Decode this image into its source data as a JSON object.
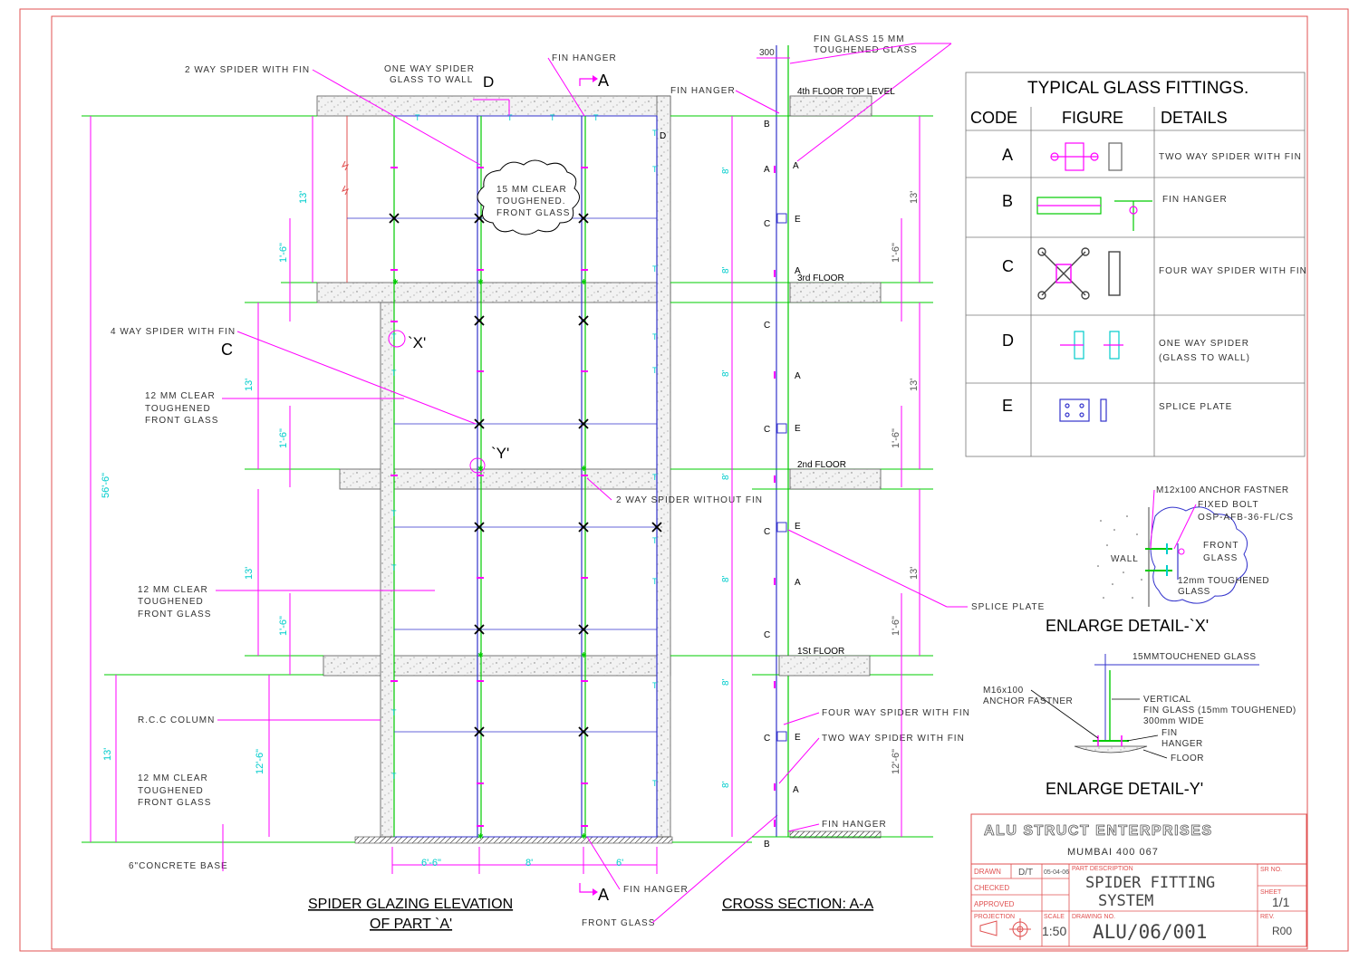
{
  "elevation": {
    "title_line1": "SPIDER GLAZING ELEVATION",
    "title_line2": "OF PART `A'",
    "label_2way_spider_fin": "2 WAY SPIDER WITH FIN",
    "label_one_way_line1": "ONE WAY SPIDER",
    "label_one_way_line2": "GLASS TO WALL",
    "label_fin_hanger_top": "FIN HANGER",
    "label_4way_spider": "4 WAY SPIDER WITH FIN",
    "label_2way_without_fin": "2 WAY SPIDER WITHOUT FIN",
    "label_rcc_column": "R.C.C COLUMN",
    "label_concrete_base": "6\"CONCRETE BASE",
    "label_fin_hanger_bottom": "FIN HANGER",
    "label_front_glass": "FRONT GLASS",
    "glass_12mm_line1": "12 MM CLEAR",
    "glass_12mm_line2": "TOUGHENED",
    "glass_12mm_line3": "FRONT GLASS",
    "cloud_line1": "15 MM CLEAR",
    "cloud_line2": "TOUGHENED.",
    "cloud_line3": "FRONT GLASS",
    "letter_d": "D",
    "letter_c": "C",
    "section_mark": "A",
    "detail_x": "`X'",
    "detail_y": "`Y'",
    "dim_total_height": "56'-6\"",
    "dim_13": "13'",
    "dim_18": "1'-6\"",
    "dim_126": "12'-6\"",
    "dim_8": "8'",
    "dim_66": "6'-6\"",
    "dim_6": "6'"
  },
  "section": {
    "title": "CROSS SECTION: A-A",
    "dim_300": "300",
    "fin_glass_line1": "FIN GLASS 15 MM",
    "fin_glass_line2": "TOUGHENED GLASS",
    "fin_hanger_top": "FIN HANGER",
    "level_4th": "4th  FLOOR TOP LEVEL",
    "level_3rd": "3rd FLOOR",
    "level_2nd": "2nd FLOOR",
    "level_1st": "1St FLOOR",
    "splice_plate": "SPLICE PLATE",
    "four_way": "FOUR WAY SPIDER WITH FIN",
    "two_way": "TWO WAY SPIDER WITH FIN",
    "fin_hanger_bottom": "FIN HANGER",
    "code_a": "A",
    "code_b": "B",
    "code_c": "C",
    "code_e": "E"
  },
  "fittings": {
    "title": "TYPICAL GLASS FITTINGS.",
    "headers": [
      "CODE",
      "FIGURE",
      "DETAILS"
    ],
    "rows": [
      {
        "code": "A",
        "details": "TWO WAY SPIDER WITH FIN",
        "details2": ""
      },
      {
        "code": "B",
        "details": "FIN HANGER",
        "details2": ""
      },
      {
        "code": "C",
        "details": "FOUR WAY SPIDER WITH FIN",
        "details2": ""
      },
      {
        "code": "D",
        "details": "ONE WAY SPIDER",
        "details2": "(GLASS TO WALL)"
      },
      {
        "code": "E",
        "details": "SPLICE PLATE",
        "details2": ""
      }
    ]
  },
  "detail_x": {
    "title": "ENLARGE DETAIL-`X'",
    "anchor": "M12x100 ANCHOR FASTNER",
    "bolt_line1": "FIXED BOLT",
    "bolt_line2": "OSP-AFB-36-FL/CS",
    "wall": "WALL",
    "front_line1": "FRONT",
    "front_line2": "GLASS",
    "tough_line1": "12mm TOUGHENED",
    "tough_line2": "GLASS"
  },
  "detail_y": {
    "title": "ENLARGE DETAIL-Y'",
    "top": "15MMTOUCHENED GLASS",
    "anchor_line1": "M16x100",
    "anchor_line2": "ANCHOR FASTNER",
    "vert_line1": "VERTICAL",
    "vert_line2": "FIN GLASS (15mm TOUGHENED)",
    "vert_line3": "300mm WIDE",
    "fin_line1": "FIN",
    "fin_line2": "HANGER",
    "floor": "FLOOR"
  },
  "titleblock": {
    "company": "ALU STRUCT ENTERPRISES",
    "city": "MUMBAI 400 067",
    "drawn": "DRAWN",
    "drawn_by": "D/T",
    "date": "05-04-06",
    "checked": "CHECKED",
    "approved": "APPROVED",
    "part_label": "PART DESCRIPTION",
    "part_line1": "SPIDER FITTING",
    "part_line2": "SYSTEM",
    "sr_label": "SR NO.",
    "sheet_label": "SHEET",
    "sheet": "1/1",
    "projection": "PROJECTION",
    "scale_label": "SCALE",
    "scale": "1:50",
    "drawing_label": "DRAWING NO.",
    "drawing_no": "ALU/06/001",
    "rev_label": "REV.",
    "rev": "R00"
  },
  "colors": {
    "frame": "#e05050",
    "magenta": "#ff00ff",
    "green": "#00cc00",
    "blue": "#3333cc",
    "cyan": "#00cccc",
    "black": "#000000"
  }
}
